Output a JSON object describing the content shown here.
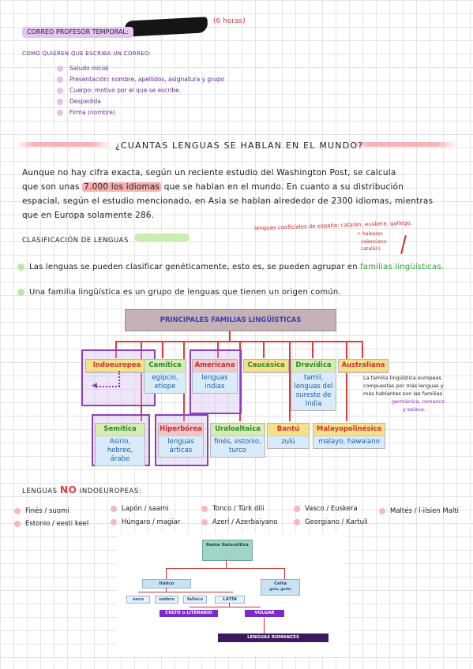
{
  "header": {
    "title": "CORREO PROFESOR TEMPORAL:",
    "hours": "(6 horas)"
  },
  "email": {
    "intro": "COMO QUIEREN QUE ESCRIBA UN CORREO:",
    "items": [
      "Saludo inicial",
      "Presentación: nombre, apellidos, asignatura y grupo",
      "Cuerpo: motivo por el que se escribe.",
      "Despedida",
      "Firma (nombre)"
    ]
  },
  "section1": {
    "title": "¿CUANTAS LENGUAS SE HABLAN EN EL MUNDO?",
    "para_a": "Aunque no hay cifra exacta, según un reciente estudio del Washington Post, se calcula",
    "para_b1": "que son unas ",
    "para_b_hl": "7.000 los idiomas",
    "para_b2": " que se hablan en el mundo. En cuanto a su distribución",
    "para_c": "espacial, según el estudio mencionado, en Asia se hablan alrededor de 2300 idiomas, mientras",
    "para_d": "que en Europa solamente 286."
  },
  "classification": {
    "title": "CLASIFICACIÓN DE LENGUAS",
    "note_1": "lenguas cooficiales de españa: catalán, euskera, gallego,",
    "note_2": "+ baleares",
    "note_3": "valenciano",
    "note_4": "catalán).",
    "line1_a": "Las lenguas se pueden clasificar genéticamente, esto es, se pueden agrupar en ",
    "line1_hl": "familias lingüísticas.",
    "line2": "Una familia lingüística es un grupo de lenguas que tienen un origen común."
  },
  "diagram": {
    "title": "PRINCIPALES FAMILIAS LINGÜÍSTICAS",
    "row1": [
      {
        "name": "Indoeuropea",
        "desc": ""
      },
      {
        "name": "Camítica",
        "desc": "egipcio, etiope"
      },
      {
        "name": "Americana",
        "desc": "lenguas indias"
      },
      {
        "name": "Caucásica",
        "desc": ""
      },
      {
        "name": "Dravídica",
        "desc": "tamil, lenguas del sureste de India"
      },
      {
        "name": "Australiana",
        "desc": ""
      }
    ],
    "row2": [
      {
        "name": "Semítica",
        "desc": "Asirio, hebreo, árabe"
      },
      {
        "name": "Hiperbórea",
        "desc": "lenguas árticas"
      },
      {
        "name": "Uraloaltaica",
        "desc": "finés, estonio, turco"
      },
      {
        "name": "Bantú",
        "desc": "zulú"
      },
      {
        "name": "Malayopolinésica",
        "desc": "malayo, hawaiano"
      }
    ],
    "side_note_1": "La familia lingüística europeas",
    "side_note_2": "compuestas por más lenguas y",
    "side_note_3": "más hablantes son las familias",
    "side_note_4": "germánica, romance",
    "side_note_5": "y eslava."
  },
  "non_indo": {
    "title_a": "LENGUAS",
    "title_no": "NO",
    "title_b": "INDOEUROPEAS:",
    "items": [
      "Finés / suomi",
      "Estonio / eesti keel",
      "Lapón / saami",
      "Húngaro / magiar",
      "Tonco / Türk dili",
      "Azerí / Azerbaiyano",
      "Vasco / Euskera",
      "Georgiano / Kartuli",
      "Maltés / l-ilsien Malti"
    ]
  },
  "tree": {
    "root": "Rama Italocéltica",
    "italico": "Itálico",
    "celta": "Celta",
    "celta_sub": "galo, galés",
    "leaves": [
      "osco",
      "umbro",
      "falisco",
      "LATÍN"
    ],
    "culto": "CULTO o LITERARIO",
    "vulgar": "VULGAR",
    "romances": "LENGUAS ROMANCES"
  }
}
